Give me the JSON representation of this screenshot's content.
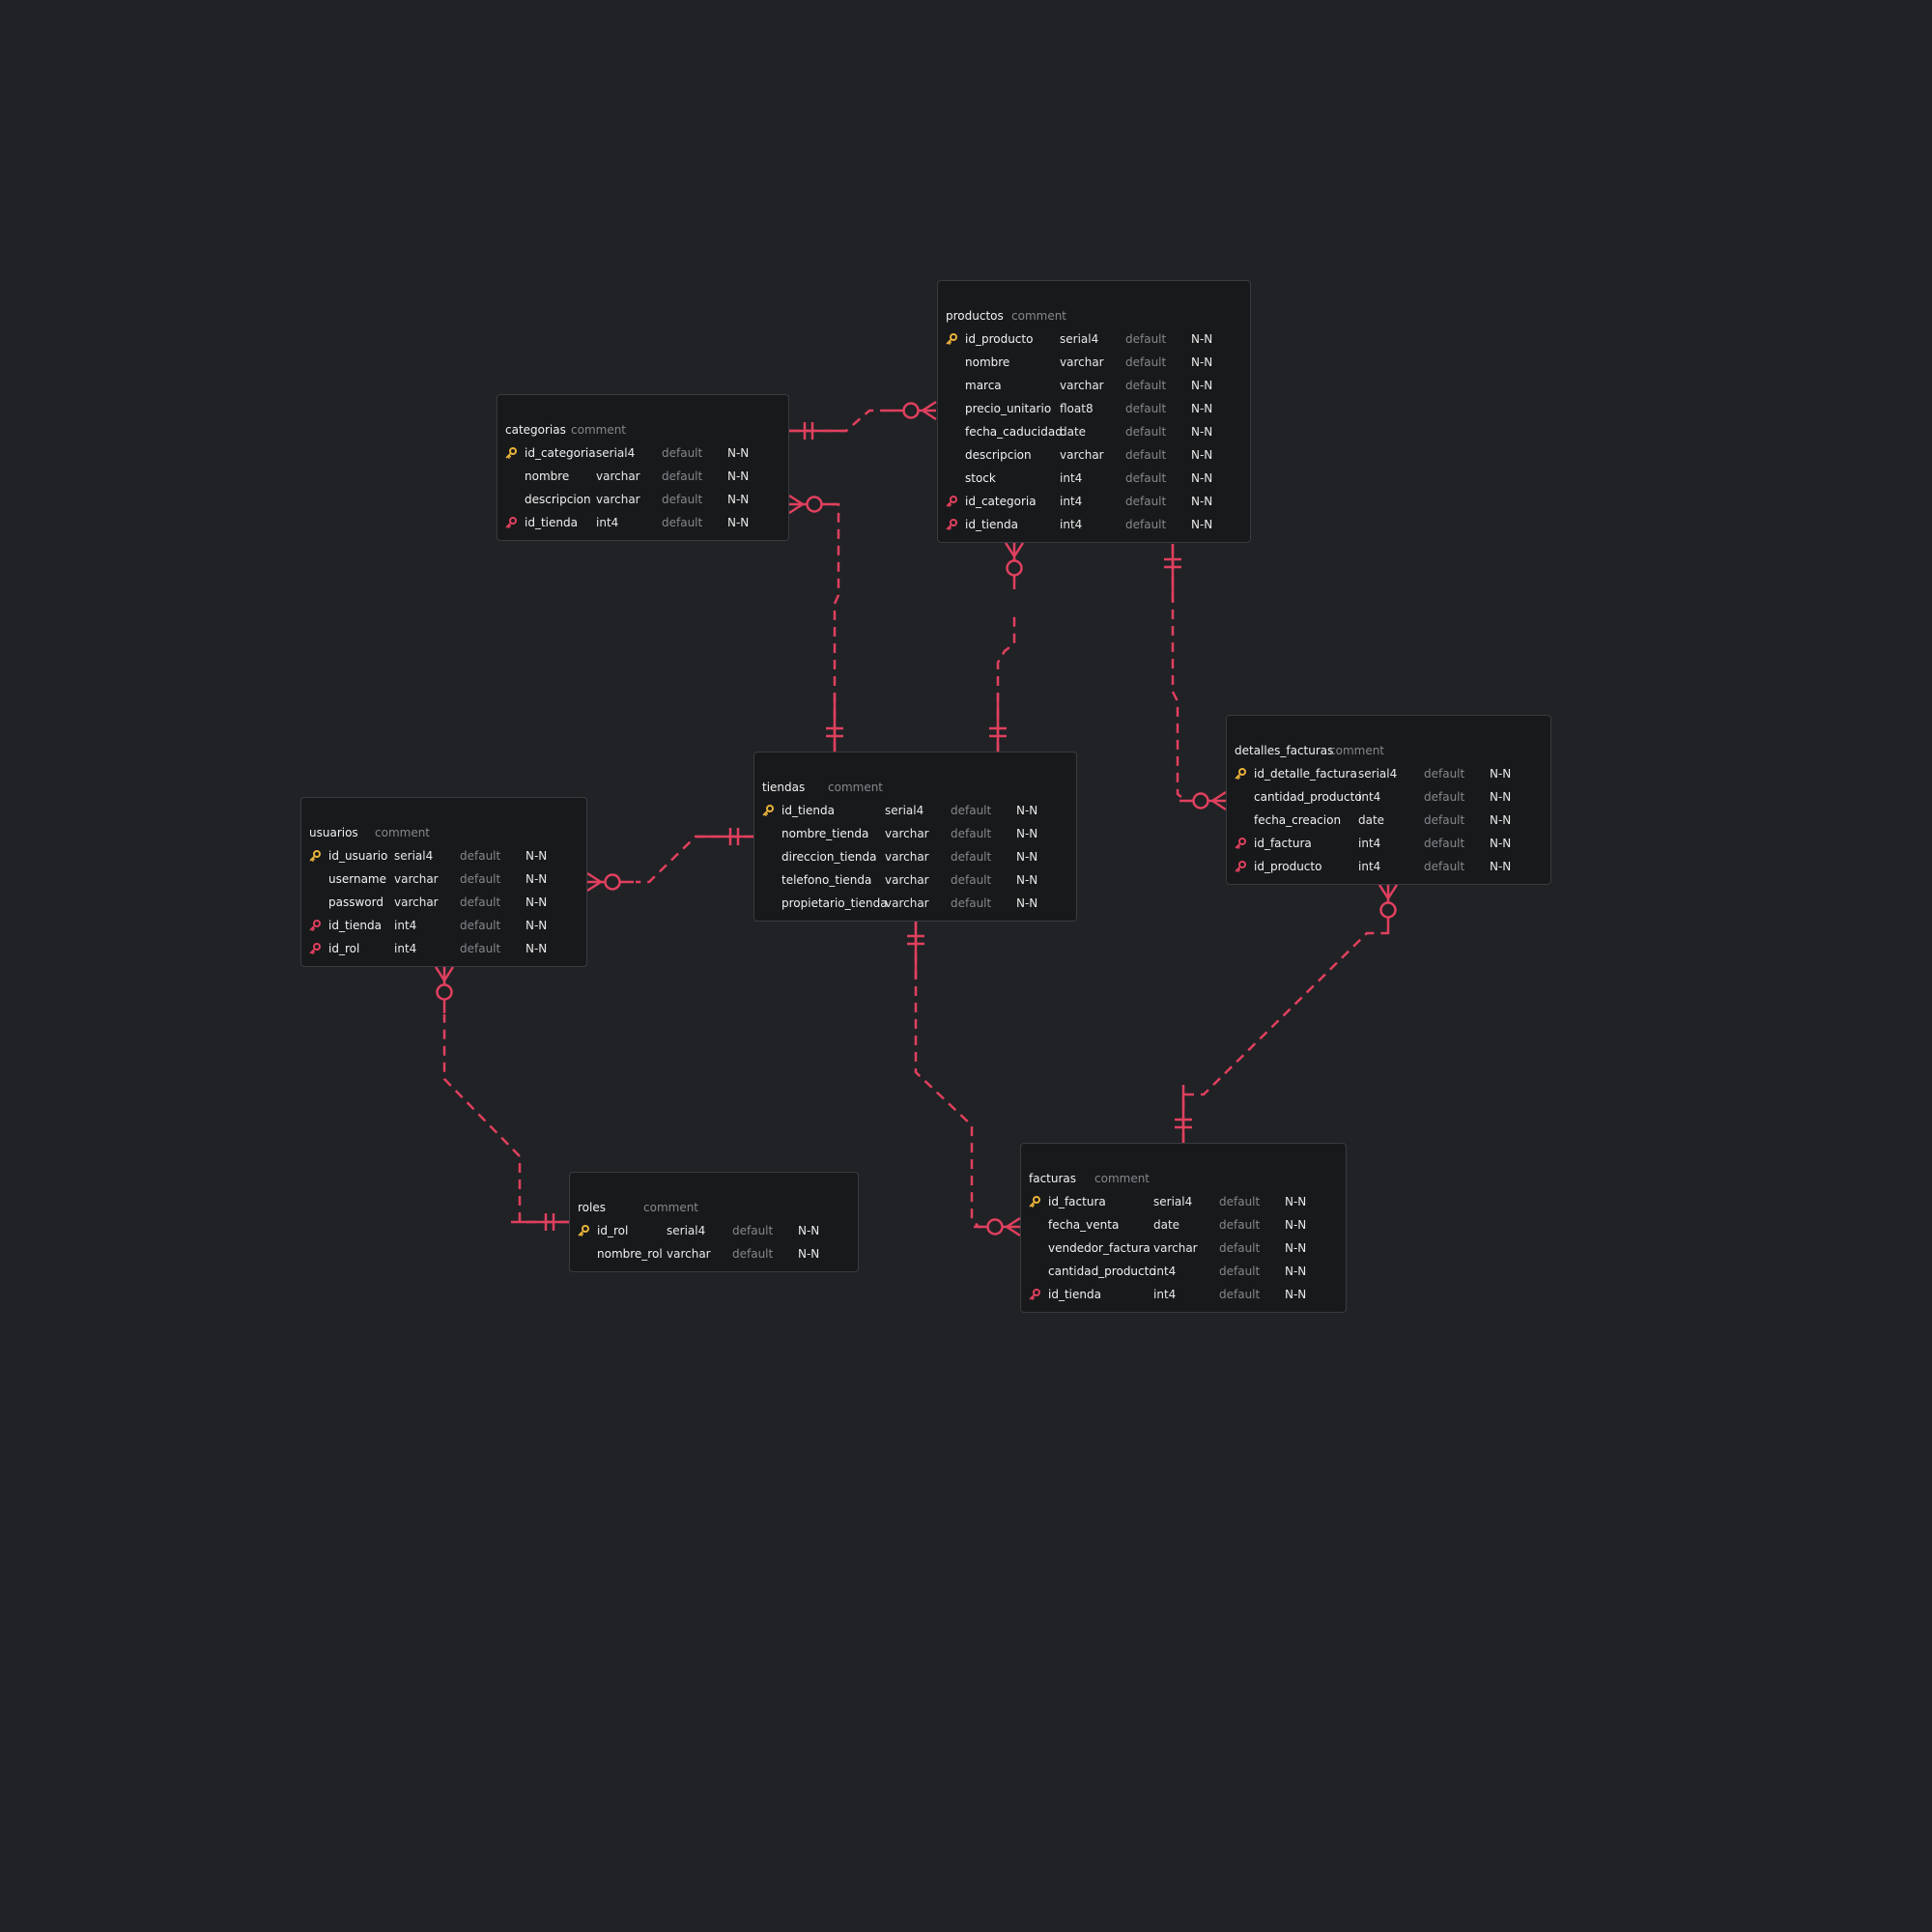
{
  "colors": {
    "background": "#212226",
    "relation": "#e0405e",
    "primary_key": "#e9b23a",
    "foreign_key": "#e0405e"
  },
  "icons": {
    "primary_key": "key-icon",
    "foreign_key": "key-icon"
  },
  "tables": [
    {
      "id": "productos",
      "name": "productos",
      "comment": "comment",
      "columns": [
        {
          "name": "id_producto",
          "type": "serial4",
          "default": "default",
          "nn": "N-N",
          "key": "pk"
        },
        {
          "name": "nombre",
          "type": "varchar",
          "default": "default",
          "nn": "N-N",
          "key": ""
        },
        {
          "name": "marca",
          "type": "varchar",
          "default": "default",
          "nn": "N-N",
          "key": ""
        },
        {
          "name": "precio_unitario",
          "type": "float8",
          "default": "default",
          "nn": "N-N",
          "key": ""
        },
        {
          "name": "fecha_caducidad",
          "type": "date",
          "default": "default",
          "nn": "N-N",
          "key": ""
        },
        {
          "name": "descripcion",
          "type": "varchar",
          "default": "default",
          "nn": "N-N",
          "key": ""
        },
        {
          "name": "stock",
          "type": "int4",
          "default": "default",
          "nn": "N-N",
          "key": ""
        },
        {
          "name": "id_categoria",
          "type": "int4",
          "default": "default",
          "nn": "N-N",
          "key": "fk"
        },
        {
          "name": "id_tienda",
          "type": "int4",
          "default": "default",
          "nn": "N-N",
          "key": "fk"
        }
      ]
    },
    {
      "id": "categorias",
      "name": "categorias",
      "comment": "comment",
      "columns": [
        {
          "name": "id_categoria",
          "type": "serial4",
          "default": "default",
          "nn": "N-N",
          "key": "pk"
        },
        {
          "name": "nombre",
          "type": "varchar",
          "default": "default",
          "nn": "N-N",
          "key": ""
        },
        {
          "name": "descripcion",
          "type": "varchar",
          "default": "default",
          "nn": "N-N",
          "key": ""
        },
        {
          "name": "id_tienda",
          "type": "int4",
          "default": "default",
          "nn": "N-N",
          "key": "fk"
        }
      ]
    },
    {
      "id": "tiendas",
      "name": "tiendas",
      "comment": "comment",
      "columns": [
        {
          "name": "id_tienda",
          "type": "serial4",
          "default": "default",
          "nn": "N-N",
          "key": "pk"
        },
        {
          "name": "nombre_tienda",
          "type": "varchar",
          "default": "default",
          "nn": "N-N",
          "key": ""
        },
        {
          "name": "direccion_tienda",
          "type": "varchar",
          "default": "default",
          "nn": "N-N",
          "key": ""
        },
        {
          "name": "telefono_tienda",
          "type": "varchar",
          "default": "default",
          "nn": "N-N",
          "key": ""
        },
        {
          "name": "propietario_tienda",
          "type": "varchar",
          "default": "default",
          "nn": "N-N",
          "key": ""
        }
      ]
    },
    {
      "id": "usuarios",
      "name": "usuarios",
      "comment": "comment",
      "columns": [
        {
          "name": "id_usuario",
          "type": "serial4",
          "default": "default",
          "nn": "N-N",
          "key": "pk"
        },
        {
          "name": "username",
          "type": "varchar",
          "default": "default",
          "nn": "N-N",
          "key": ""
        },
        {
          "name": "password",
          "type": "varchar",
          "default": "default",
          "nn": "N-N",
          "key": ""
        },
        {
          "name": "id_tienda",
          "type": "int4",
          "default": "default",
          "nn": "N-N",
          "key": "fk"
        },
        {
          "name": "id_rol",
          "type": "int4",
          "default": "default",
          "nn": "N-N",
          "key": "fk"
        }
      ]
    },
    {
      "id": "detalles_facturas",
      "name": "detalles_facturas",
      "comment": "comment",
      "columns": [
        {
          "name": "id_detalle_factura",
          "type": "serial4",
          "default": "default",
          "nn": "N-N",
          "key": "pk"
        },
        {
          "name": "cantidad_producto",
          "type": "int4",
          "default": "default",
          "nn": "N-N",
          "key": ""
        },
        {
          "name": "fecha_creacion",
          "type": "date",
          "default": "default",
          "nn": "N-N",
          "key": ""
        },
        {
          "name": "id_factura",
          "type": "int4",
          "default": "default",
          "nn": "N-N",
          "key": "fk"
        },
        {
          "name": "id_producto",
          "type": "int4",
          "default": "default",
          "nn": "N-N",
          "key": "fk"
        }
      ]
    },
    {
      "id": "roles",
      "name": "roles",
      "comment": "comment",
      "columns": [
        {
          "name": "id_rol",
          "type": "serial4",
          "default": "default",
          "nn": "N-N",
          "key": "pk"
        },
        {
          "name": "nombre_rol",
          "type": "varchar",
          "default": "default",
          "nn": "N-N",
          "key": ""
        }
      ]
    },
    {
      "id": "facturas",
      "name": "facturas",
      "comment": "comment",
      "columns": [
        {
          "name": "id_factura",
          "type": "serial4",
          "default": "default",
          "nn": "N-N",
          "key": "pk"
        },
        {
          "name": "fecha_venta",
          "type": "date",
          "default": "default",
          "nn": "N-N",
          "key": ""
        },
        {
          "name": "vendedor_factura",
          "type": "varchar",
          "default": "default",
          "nn": "N-N",
          "key": ""
        },
        {
          "name": "cantidad_producto",
          "type": "int4",
          "default": "default",
          "nn": "N-N",
          "key": ""
        },
        {
          "name": "id_tienda",
          "type": "int4",
          "default": "default",
          "nn": "N-N",
          "key": "fk"
        }
      ]
    }
  ],
  "relations": [
    {
      "id": "categorias-productos",
      "from": "categorias",
      "from_cardinality": "one-and-only-one",
      "to": "productos",
      "to_cardinality": "zero-or-many"
    },
    {
      "id": "tiendas-categorias",
      "from": "tiendas",
      "from_cardinality": "one-and-only-one",
      "to": "categorias",
      "to_cardinality": "zero-or-many"
    },
    {
      "id": "tiendas-productos",
      "from": "tiendas",
      "from_cardinality": "one-and-only-one",
      "to": "productos",
      "to_cardinality": "zero-or-many"
    },
    {
      "id": "productos-detalles_facturas",
      "from": "productos",
      "from_cardinality": "one-and-only-one",
      "to": "detalles_facturas",
      "to_cardinality": "zero-or-many"
    },
    {
      "id": "tiendas-usuarios",
      "from": "tiendas",
      "from_cardinality": "one-and-only-one",
      "to": "usuarios",
      "to_cardinality": "zero-or-many"
    },
    {
      "id": "roles-usuarios",
      "from": "roles",
      "from_cardinality": "one-and-only-one",
      "to": "usuarios",
      "to_cardinality": "zero-or-many"
    },
    {
      "id": "tiendas-facturas",
      "from": "tiendas",
      "from_cardinality": "one-and-only-one",
      "to": "facturas",
      "to_cardinality": "zero-or-many"
    },
    {
      "id": "facturas-detalles_facturas",
      "from": "facturas",
      "from_cardinality": "one-and-only-one",
      "to": "detalles_facturas",
      "to_cardinality": "zero-or-many"
    }
  ]
}
